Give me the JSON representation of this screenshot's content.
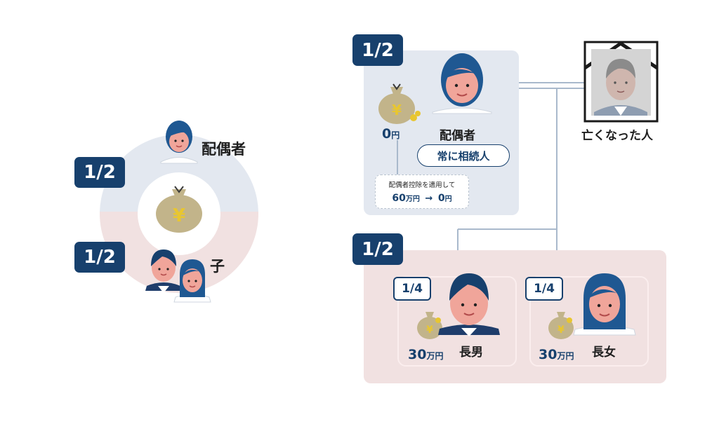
{
  "left": {
    "spouse_share": "1/2",
    "children_share": "1/2",
    "spouse_label": "配偶者",
    "children_label": "子"
  },
  "right": {
    "spouse_share": "1/2",
    "spouse_amount_num": "0",
    "spouse_amount_unit": "円",
    "spouse_label": "配偶者",
    "spouse_badge": "常に相続人",
    "deduction_line1": "配偶者控除を適用して",
    "deduction_from_num": "60",
    "deduction_from_unit": "万円",
    "deduction_arrow": "→",
    "deduction_to_num": "0",
    "deduction_to_unit": "円",
    "deceased_label": "亡くなった人",
    "children_share": "1/2",
    "son_share": "1/4",
    "son_amount_num": "30",
    "son_amount_unit": "万円",
    "son_label": "長男",
    "daughter_share": "1/4",
    "daughter_amount_num": "30",
    "daughter_amount_unit": "万円",
    "daughter_label": "長女"
  },
  "colors": {
    "navy": "#17406d",
    "spouse_bg": "#e3e8f0",
    "children_bg": "#f1e1e1",
    "money_bag": "#c2b48a",
    "coin": "#e8c630",
    "line": "#a9b9cc"
  }
}
